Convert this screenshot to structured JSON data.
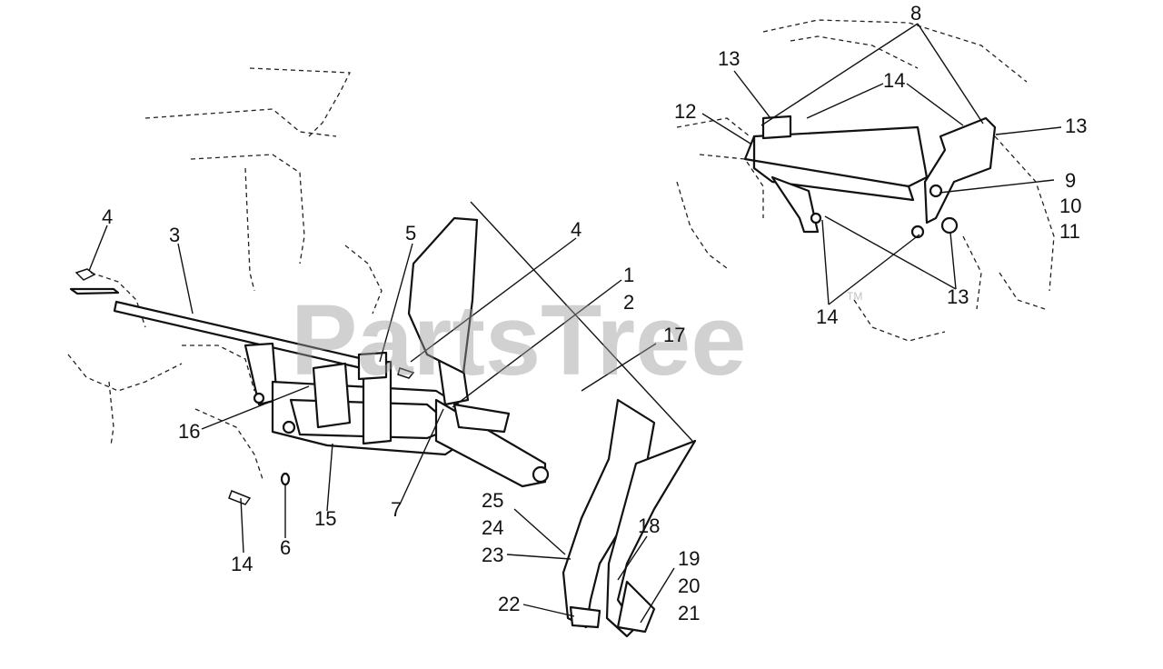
{
  "watermark": {
    "text": "PartsTree",
    "trademark": "TM"
  },
  "callouts": {
    "c1": "1",
    "c2": "2",
    "c3": "3",
    "c4a": "4",
    "c4b": "4",
    "c5": "5",
    "c6": "6",
    "c7": "7",
    "c8": "8",
    "c9": "9",
    "c10": "10",
    "c11": "11",
    "c12": "12",
    "c13a": "13",
    "c13b": "13",
    "c13c": "13",
    "c14a": "14",
    "c14b": "14",
    "c14c": "14",
    "c15": "15",
    "c16": "16",
    "c17": "17",
    "c18": "18",
    "c19": "19",
    "c20": "20",
    "c21": "21",
    "c22": "22",
    "c23": "23",
    "c24": "24",
    "c25": "25"
  }
}
